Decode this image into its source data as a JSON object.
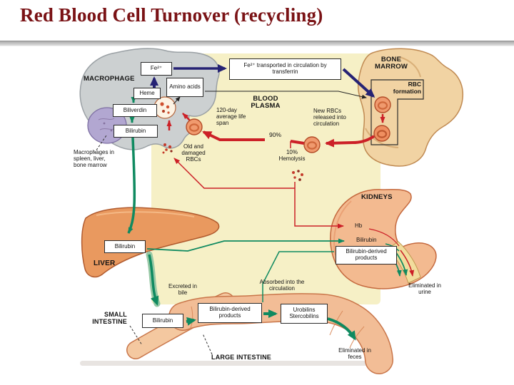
{
  "slide": {
    "title": "Red Blood Cell Turnover (recycling)"
  },
  "organs": {
    "macrophage": "MACROPHAGE",
    "bone_marrow": "BONE MARROW",
    "blood_plasma": "BLOOD PLASMA",
    "kidneys": "KIDNEYS",
    "liver": "LIVER",
    "small_intestine": "SMALL INTESTINE",
    "large_intestine": "LARGE INTESTINE"
  },
  "boxes": {
    "fe2": "Fe²⁺",
    "amino_acids": "Amino acids",
    "heme": "Heme",
    "biliverdin": "Biliverdin",
    "bilirubin_macrophage": "Bilirubin",
    "transferrin": "Fe²⁺ transported in circulation by transferrin",
    "rbc_formation": "RBC formation",
    "bilirubin_liver": "Bilirubin",
    "bilirubin_derived_kidney": "Bilirubin-derived products",
    "bilirubin_small_intestine": "Bilirubin",
    "bilirubin_derived_intestine": "Bilirubin-derived products",
    "urobilins_stercobilins": "Urobilins Stercobilins"
  },
  "labels": {
    "life_span": "120-day average life span",
    "new_rbcs": "New RBCs released into circulation",
    "percent_recycled": "90%",
    "hemolysis": "10% Hemolysis",
    "old_damaged_rbcs": "Old and damaged RBCs",
    "macrophage_locations": "Macrophages in spleen, liver, bone marrow",
    "hb": "Hb",
    "bilirubin_kidney": "Bilirubin",
    "excreted_in_bile": "Excreted in bile",
    "absorbed": "Absorbed into the circulation",
    "eliminated_urine": "Eliminated in urine",
    "eliminated_feces": "Eliminated in feces"
  },
  "colors": {
    "title": "#7a1215",
    "background_panel": "#f6f0c6",
    "arrow_red": "#cc2027",
    "arrow_green": "#0f8a60",
    "arrow_navy": "#262374",
    "macrophage_fill": "#ccd0d1",
    "nucleus_fill": "#b2a7d1",
    "bone_fill": "#f1d3a3",
    "kidney_fill": "#f3ba90",
    "liver_fill": "#e9995f",
    "intestine_fill": "#f2bd96",
    "rbc_fill": "#f09a6e"
  }
}
